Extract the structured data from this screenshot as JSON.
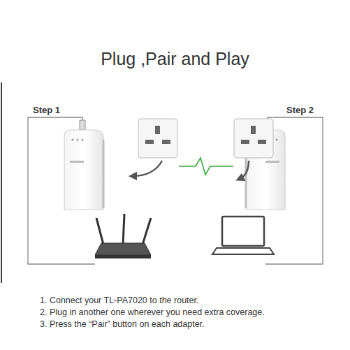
{
  "diagram": {
    "title": "Plug ,Pair and Play",
    "labels": [
      "Step 1",
      "Step 2",
      "1. Connect your TL-PA7020 to the router.",
      "2. Plug in another one wherever you need extra coverage.",
      "3. Press the “Pair” button on each adapter."
    ]
  }
}
